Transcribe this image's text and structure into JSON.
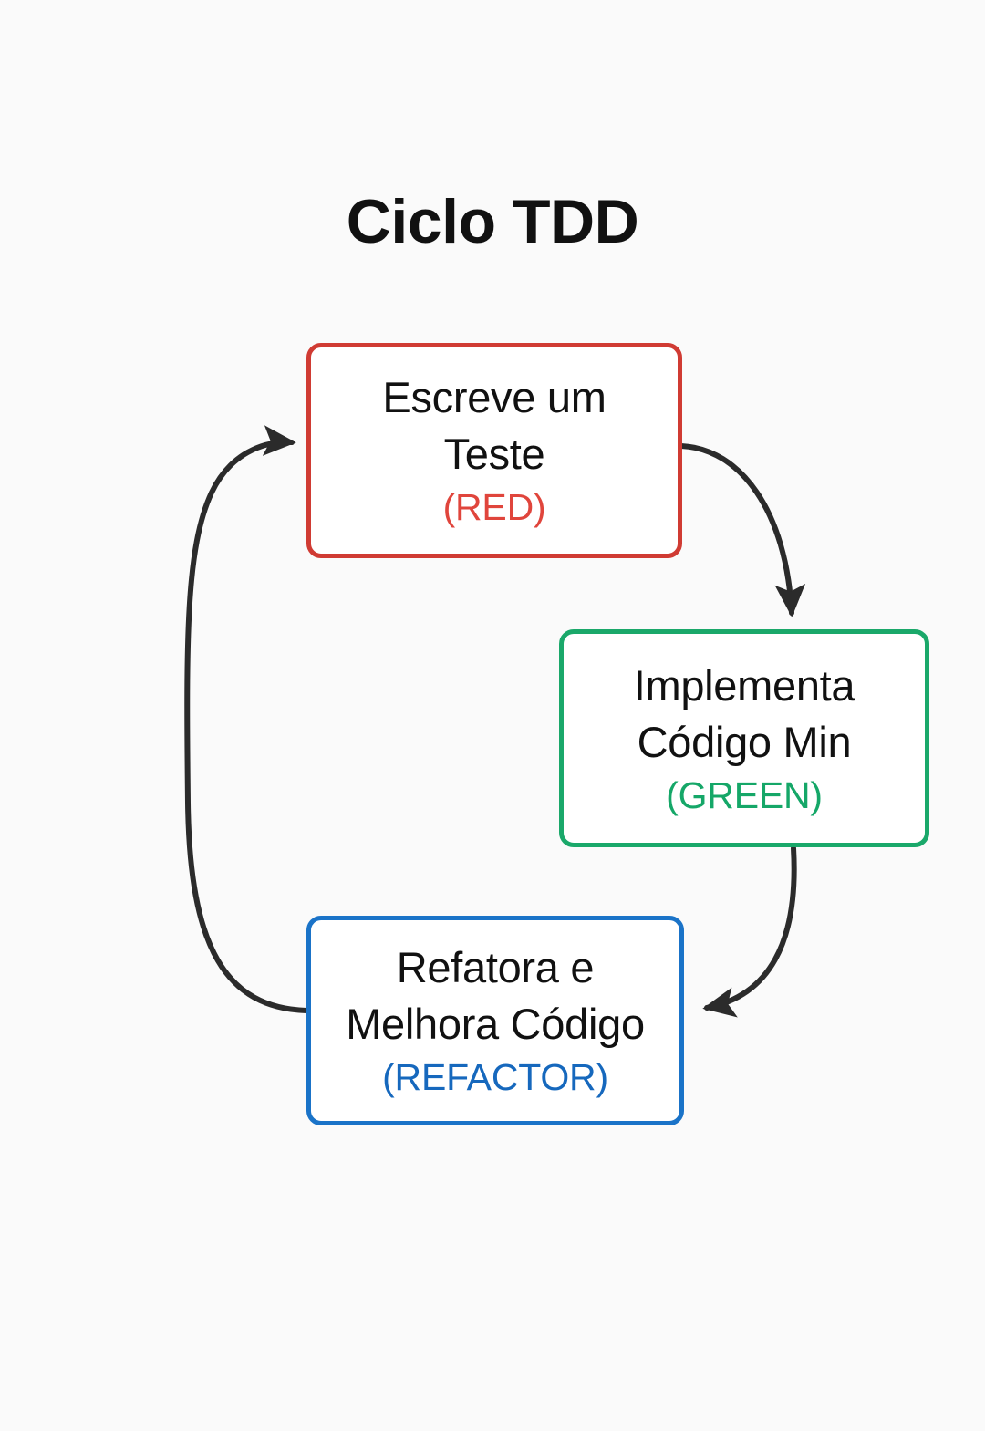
{
  "page": {
    "title": "Ciclo TDD",
    "background_color": "#fafafa"
  },
  "diagram": {
    "type": "cycle-flowchart",
    "title": "Ciclo TDD",
    "nodes": [
      {
        "id": "red",
        "label": "Escreve um\nTeste",
        "tag": "(RED)",
        "color": "#d03b33",
        "tag_color": "#e0453c"
      },
      {
        "id": "green",
        "label": "Implementa\nCódigo Min",
        "tag": "(GREEN)",
        "color": "#1aa86a",
        "tag_color": "#15a768"
      },
      {
        "id": "blue",
        "label": "Refatora e\nMelhora Código",
        "tag": "(REFACTOR)",
        "color": "#1a73c8",
        "tag_color": "#1668bd"
      }
    ],
    "edges": [
      {
        "id": "red-to-green",
        "from": "red",
        "to": "green",
        "label": ""
      },
      {
        "id": "green-to-blue",
        "from": "green",
        "to": "blue",
        "label": ""
      },
      {
        "id": "blue-to-red",
        "from": "blue",
        "to": "red",
        "label": ""
      }
    ],
    "arrow_color": "#2b2b2b"
  }
}
